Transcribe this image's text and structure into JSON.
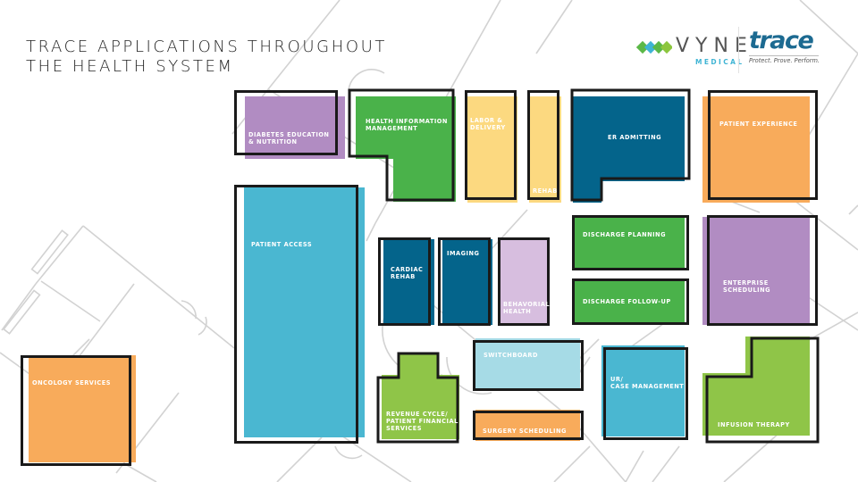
{
  "title": {
    "line1": "TRACE APPLICATIONS THROUGHOUT",
    "line2": "THE HEALTH SYSTEM"
  },
  "logos": {
    "vyne": {
      "name": "VYNE",
      "sub": "MEDICAL",
      "icon": "vyne-x-icon"
    },
    "trace": {
      "name": "trace",
      "tagline": "Protect. Prove. Perform."
    }
  },
  "colors": {
    "purple": "#b18cc2",
    "green": "#4ab24a",
    "yellow": "#fcd980",
    "navy": "#04648b",
    "orange": "#f8ab5b",
    "cyan": "#4ab7d1",
    "lavender": "#d7bedf",
    "lightblue": "#a6dbe6",
    "lime": "#8fc548",
    "outline": "#1a1a1a"
  },
  "rooms": {
    "diabetes": {
      "line1": "DIABETES EDUCATION",
      "line2": "& NUTRITION"
    },
    "him": {
      "line1": "HEALTH INFORMATION",
      "line2": "MANAGEMENT"
    },
    "labor": {
      "line1": "LABOR &",
      "line2": "DELIVERY"
    },
    "rehab": {
      "line1": "REHAB"
    },
    "er": {
      "line1": "ER ADMITTING"
    },
    "patient_experience": {
      "line1": "PATIENT EXPERIENCE"
    },
    "patient_access": {
      "line1": "PATIENT ACCESS"
    },
    "cardiac": {
      "line1": "CARDIAC",
      "line2": "REHAB"
    },
    "imaging": {
      "line1": "IMAGING"
    },
    "behavioral": {
      "line1": "BEHAVORIAL",
      "line2": "HEALTH"
    },
    "discharge_planning": {
      "line1": "DISCHARGE PLANNING"
    },
    "discharge_followup": {
      "line1": "DISCHARGE FOLLOW-UP"
    },
    "enterprise": {
      "line1": "ENTERPRISE",
      "line2": "SCHEDULING"
    },
    "switchboard": {
      "line1": "SWITCHBOARD"
    },
    "surgery": {
      "line1": "SURGERY SCHEDULING"
    },
    "revenue": {
      "line1": "REVENUE CYCLE/",
      "line2": "PATIENT FINANCIAL",
      "line3": "SERVICES"
    },
    "ur": {
      "line1": "UR/",
      "line2": "CASE MANAGEMENT"
    },
    "infusion": {
      "line1": "INFUSION THERAPY"
    },
    "oncology": {
      "line1": "ONCOLOGY SERVICES"
    }
  }
}
